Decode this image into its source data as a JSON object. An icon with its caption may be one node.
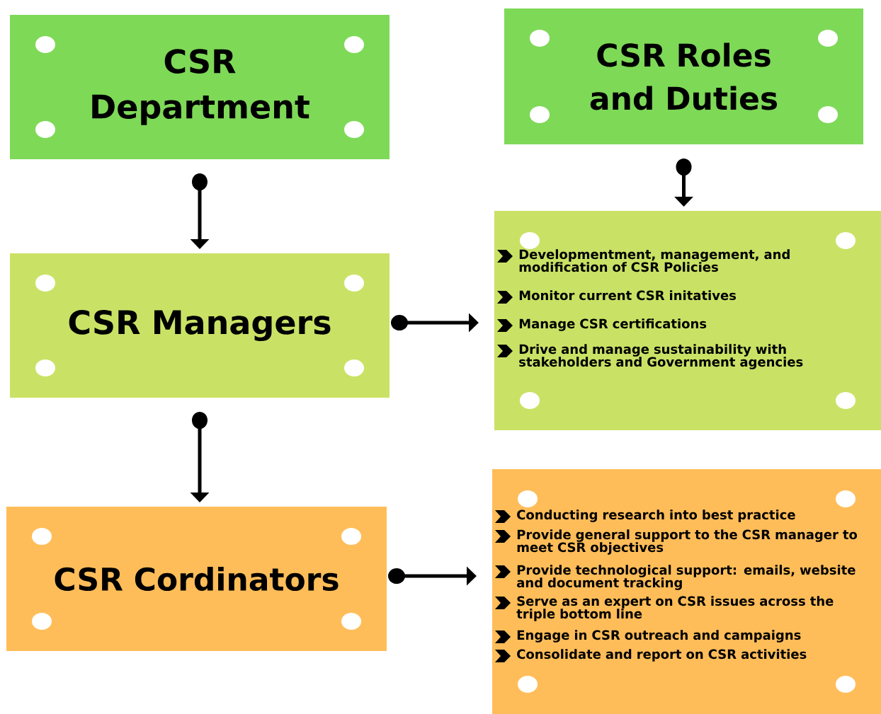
{
  "diagram": {
    "nodes": [
      {
        "text": [
          "CSR Department"
        ]
      },
      {
        "text": [
          "CSR Roles and Duties"
        ]
      },
      {
        "text": [
          "CSR Managers"
        ]
      },
      {
        "text": [
          "Developmentment, management, and modification of CSR Policies",
          "Monitor current CSR initatives",
          "Manage CSR certifications",
          "Drive and manage sustainability with stakeholders and Government agencies"
        ]
      },
      {
        "text": [
          "CSR Cordinators"
        ]
      },
      {
        "text": [
          "Conducting research into best practice",
          "Provide general support to the CSR manager to meet CSR objectives",
          "Provide technological support: emails, website and document tracking",
          "Serve as an expert on CSR issues across the triple bottom line",
          "Engage in CSR outreach and campaigns",
          "Consolidate and report on CSR activities"
        ]
      }
    ],
    "edges": [
      {
        "from": 0,
        "to": 2,
        "arrow": "to"
      },
      {
        "from": 1,
        "to": 3,
        "arrow": "to"
      },
      {
        "from": 2,
        "to": 3,
        "arrow": "to"
      },
      {
        "from": 2,
        "to": 4,
        "arrow": "to"
      },
      {
        "from": 4,
        "to": 5,
        "arrow": "to"
      }
    ]
  }
}
